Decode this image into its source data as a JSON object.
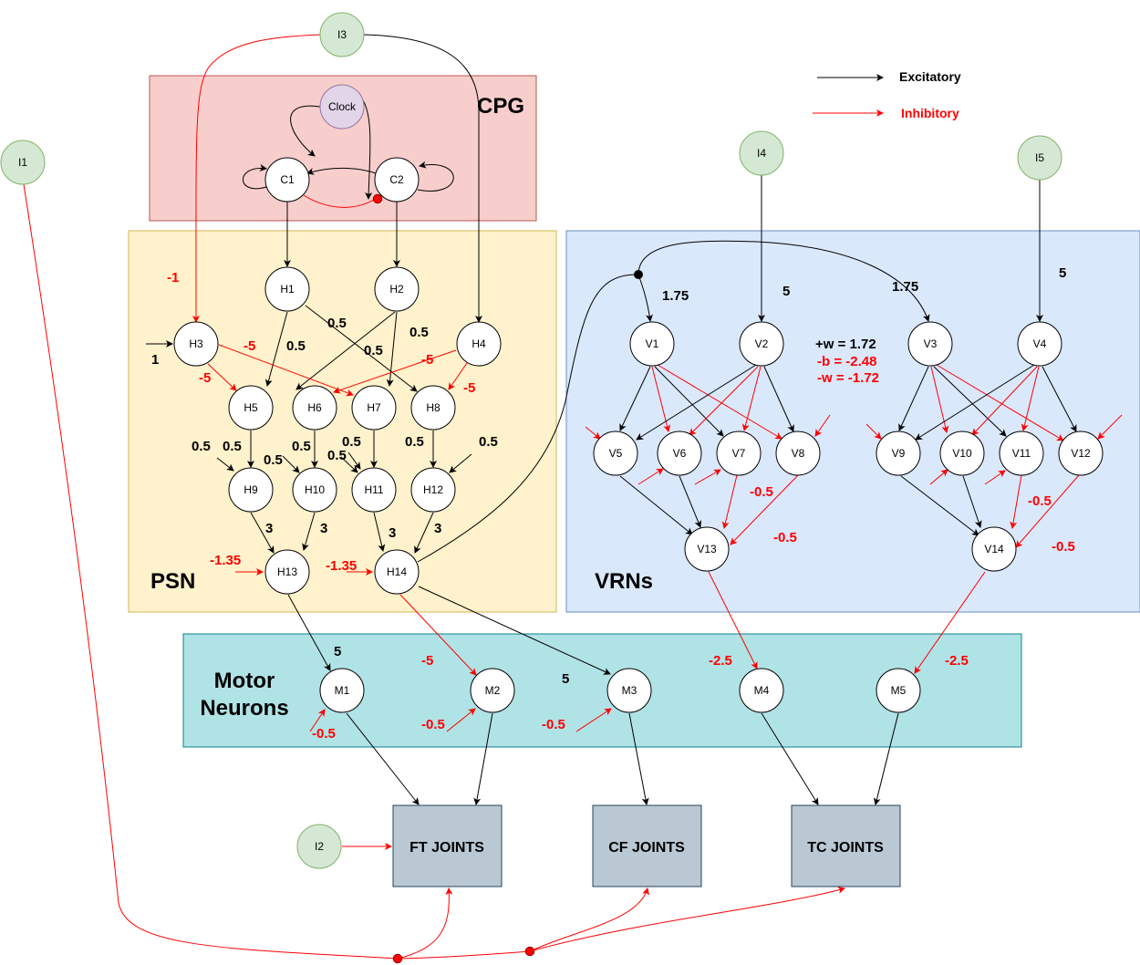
{
  "regions": {
    "cpg": "CPG",
    "psn": "PSN",
    "vrns": "VRNs",
    "motor_line1": "Motor",
    "motor_line2": "Neurons"
  },
  "legend": {
    "excitatory": "Excitatory",
    "inhibitory": "Inhibitory"
  },
  "nodes": {
    "I1": "I1",
    "I2": "I2",
    "I3": "I3",
    "I4": "I4",
    "I5": "I5",
    "Clock": "Clock",
    "C1": "C1",
    "C2": "C2",
    "H1": "H1",
    "H2": "H2",
    "H3": "H3",
    "H4": "H4",
    "H5": "H5",
    "H6": "H6",
    "H7": "H7",
    "H8": "H8",
    "H9": "H9",
    "H10": "H10",
    "H11": "H11",
    "H12": "H12",
    "H13": "H13",
    "H14": "H14",
    "V1": "V1",
    "V2": "V2",
    "V3": "V3",
    "V4": "V4",
    "V5": "V5",
    "V6": "V6",
    "V7": "V7",
    "V8": "V8",
    "V9": "V9",
    "V10": "V10",
    "V11": "V11",
    "V12": "V12",
    "V13": "V13",
    "V14": "V14",
    "M1": "M1",
    "M2": "M2",
    "M3": "M3",
    "M4": "M4",
    "M5": "M5"
  },
  "joints": {
    "ft": "FT JOINTS",
    "cf": "CF JOINTS",
    "tc": "TC JOINTS"
  },
  "weights": {
    "psn": {
      "h3_in": "1",
      "i3_h3": "-1",
      "h3_h5": "-5",
      "h3_h7": "-5",
      "h4_h6": "-5",
      "h4_h8": "-5",
      "h1_h5": "0.5",
      "h1_h8": "0.5",
      "h2_h6": "0.5",
      "h2_h7": "0.5",
      "h5_h9": "0.5",
      "in_h9": "0.5",
      "h6_h10": "0.5",
      "in_h10": "0.5",
      "h7_h11": "0.5",
      "in_h11a": "0.5",
      "in_h11b": "0.5",
      "h8_h12": "0.5",
      "in_h12": "0.5",
      "h9_h13": "3",
      "h10_h13": "3",
      "h11_h14": "3",
      "h12_h14": "3",
      "in_h13": "-1.35",
      "in_h14": "-1.35"
    },
    "vrn": {
      "v1_in": "1.75",
      "v2_in": "5",
      "v3_in": "1.75",
      "v4_in": "5",
      "plus_w": "+w = 1.72",
      "minus_b": "-b = -2.48",
      "minus_w": "-w = -1.72",
      "v8_v13": "-0.5",
      "v7_v13": "-0.5",
      "v12_v14": "-0.5",
      "v11_v14": "-0.5"
    },
    "motor": {
      "h13_m1": "5",
      "h14_m2": "-5",
      "h14_m3": "5",
      "v13_m4": "-2.5",
      "v14_m5": "-2.5",
      "in_m1": "-0.5",
      "in_m2": "-0.5",
      "in_m3": "-0.5"
    }
  },
  "colors": {
    "cpg_fill": "#f8cecc",
    "cpg_stroke": "#b85450",
    "psn_fill": "#fff2cc",
    "psn_stroke": "#d6b656",
    "vrn_fill": "#dae8fc",
    "vrn_stroke": "#6c8ebf",
    "motor_fill": "#b0e3e6",
    "motor_stroke": "#0e8088",
    "input_fill": "#d5e8d4",
    "input_stroke": "#82b366",
    "clock_fill": "#e1d5e7",
    "clock_stroke": "#9673a6",
    "joint_fill": "#bac8d3",
    "joint_stroke": "#23445d",
    "excitatory": "#000000",
    "inhibitory": "#ff0000"
  }
}
